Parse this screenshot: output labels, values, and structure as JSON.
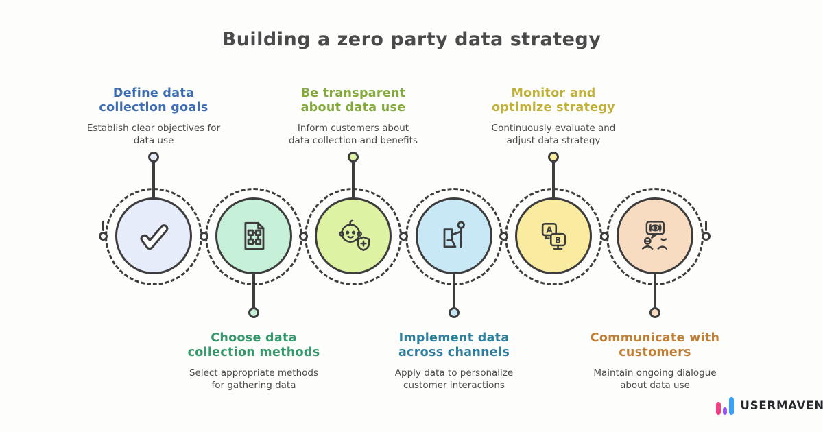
{
  "title": {
    "text": "Building a zero party data strategy",
    "color": "#4a4a4a"
  },
  "steps": [
    {
      "heading": "Define data\ncollection goals",
      "subtitle": "Establish clear objectives for\ndata use",
      "label_position": "top",
      "heading_color": "#3e6cb3",
      "circle_fill": "#e6ecfa",
      "icon": "checkmark-icon"
    },
    {
      "heading": "Choose data\ncollection methods",
      "subtitle": "Select appropriate methods\nfor gathering data",
      "label_position": "bottom",
      "heading_color": "#37996b",
      "circle_fill": "#c7f0d9",
      "icon": "vector-file-icon"
    },
    {
      "heading": "Be transparent\nabout data use",
      "subtitle": "Inform customers about\ndata collection and benefits",
      "label_position": "top",
      "heading_color": "#84a93b",
      "circle_fill": "#def2a4",
      "icon": "baby-shield-icon"
    },
    {
      "heading": "Implement data\nacross channels",
      "subtitle": "Apply data to personalize\ncustomer interactions",
      "label_position": "bottom",
      "heading_color": "#2e7f9e",
      "circle_fill": "#c9e8f6",
      "icon": "kiosk-person-icon"
    },
    {
      "heading": "Monitor and\noptimize strategy",
      "subtitle": "Continuously evaluate and\nadjust data strategy",
      "label_position": "top",
      "heading_color": "#c0b038",
      "circle_fill": "#f9eb9f",
      "icon": "ab-test-icon"
    },
    {
      "heading": "Communicate with\ncustomers",
      "subtitle": "Maintain ongoing dialogue\nabout data use",
      "label_position": "bottom",
      "heading_color": "#c07f35",
      "circle_fill": "#f7dcc1",
      "icon": "feedback-bubble-icon"
    }
  ],
  "timeline": {
    "stroke_color": "#3d3d3d",
    "node_fill": "#ffffff"
  },
  "logo": {
    "text": "USERMAVEN",
    "text_color": "#23262b",
    "bar_colors": [
      "#f43f85",
      "#9b59f5",
      "#3aa0f7"
    ]
  }
}
